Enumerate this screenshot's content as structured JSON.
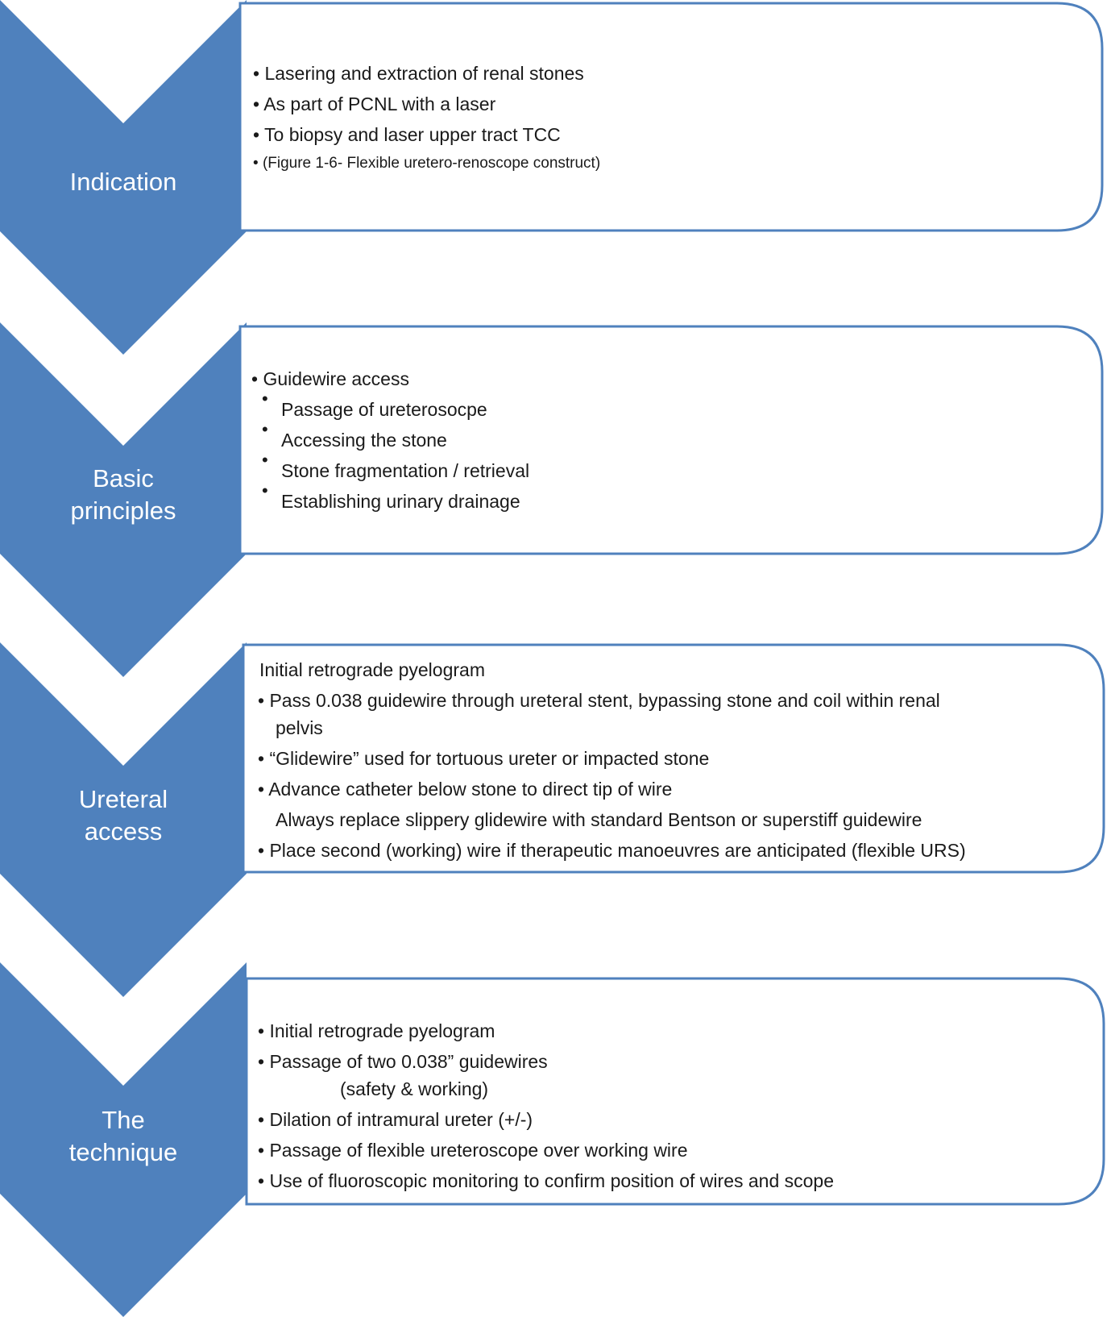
{
  "colors": {
    "chevron": "#4f81bd",
    "box_border": "#4f81bd",
    "text": "#1a1a1a"
  },
  "stages": [
    {
      "label_lines": [
        "Indication"
      ],
      "items": [
        "Lasering and extraction of renal stones",
        "As part of PCNL with a laser",
        "To  biopsy and laser upper tract TCC",
        "(Figure 1-6- Flexible uretero-renoscope construct)"
      ]
    },
    {
      "label_lines": [
        "Basic",
        "principles"
      ],
      "items": [
        "Guidewire access",
        "Passage of ureterosocpe",
        "Accessing the stone",
        "Stone fragmentation / retrieval",
        "Establishing urinary drainage"
      ]
    },
    {
      "label_lines": [
        "Ureteral",
        "access"
      ],
      "items": [
        "Initial retrograde pyelogram",
        "Pass 0.038 guidewire through ureteral stent, bypassing stone and coil within renal",
        "pelvis",
        "“Glidewire” used for tortuous ureter or impacted stone",
        "Advance catheter below stone to direct tip of wire",
        "Always replace slippery glidewire with standard Bentson or superstiff guidewire",
        "Place second (working) wire if therapeutic manoeuvres are anticipated (flexible URS)"
      ]
    },
    {
      "label_lines": [
        "The",
        "technique"
      ],
      "items": [
        "Initial retrograde pyelogram",
        "Passage of two 0.038” guidewires",
        "(safety & working)",
        "Dilation of intramural ureter (+/-)",
        "Passage of flexible ureteroscope over working wire",
        "Use of fluoroscopic monitoring to confirm position of wires and scope"
      ]
    }
  ]
}
